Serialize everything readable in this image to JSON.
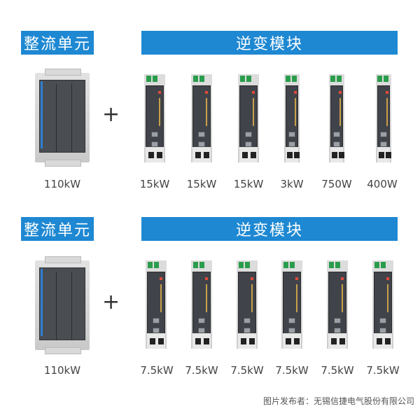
{
  "rows": [
    {
      "rectifier_title": "整流单元",
      "inverter_title": "逆变模块",
      "plus": "+",
      "rectifier_label": "110kW",
      "inverter_labels": [
        "15kW",
        "15kW",
        "15kW",
        "3kW",
        "750W",
        "400W"
      ]
    },
    {
      "rectifier_title": "整流单元",
      "inverter_title": "逆变模块",
      "plus": "+",
      "rectifier_label": "110kW",
      "inverter_labels": [
        "7.5kW",
        "7.5kW",
        "7.5kW",
        "7.5kW",
        "7.5kW",
        "7.5kW"
      ]
    }
  ],
  "credit": "图片发布者：无锡信捷电气股份有限公司",
  "colors": {
    "banner": "#1e88d2",
    "banner_text": "#ffffff"
  }
}
